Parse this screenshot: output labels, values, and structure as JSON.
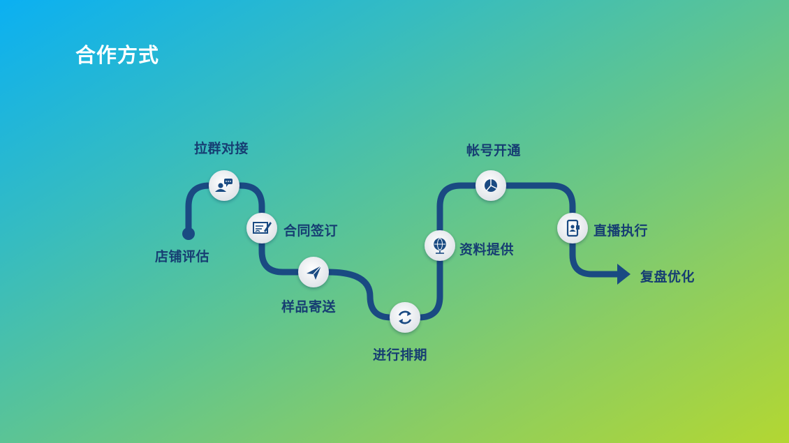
{
  "slide": {
    "title": "合作方式"
  },
  "process": {
    "colors": {
      "path": "#1a4a82",
      "label": "#163d72",
      "node_fill": "#f2f4f7",
      "icon": "#1a4a82"
    },
    "steps": [
      {
        "label": "店铺评估",
        "icon": "start-dot"
      },
      {
        "label": "拉群对接",
        "icon": "chat-person-icon"
      },
      {
        "label": "合同签订",
        "icon": "contract-sign-icon"
      },
      {
        "label": "样品寄送",
        "icon": "paper-plane-icon"
      },
      {
        "label": "进行排期",
        "icon": "refresh-cycle-icon"
      },
      {
        "label": "资料提供",
        "icon": "globe-icon"
      },
      {
        "label": "帐号开通",
        "icon": "pie-chart-icon"
      },
      {
        "label": "直播执行",
        "icon": "mobile-user-icon"
      },
      {
        "label": "复盘优化",
        "icon": "arrow-end"
      }
    ]
  }
}
